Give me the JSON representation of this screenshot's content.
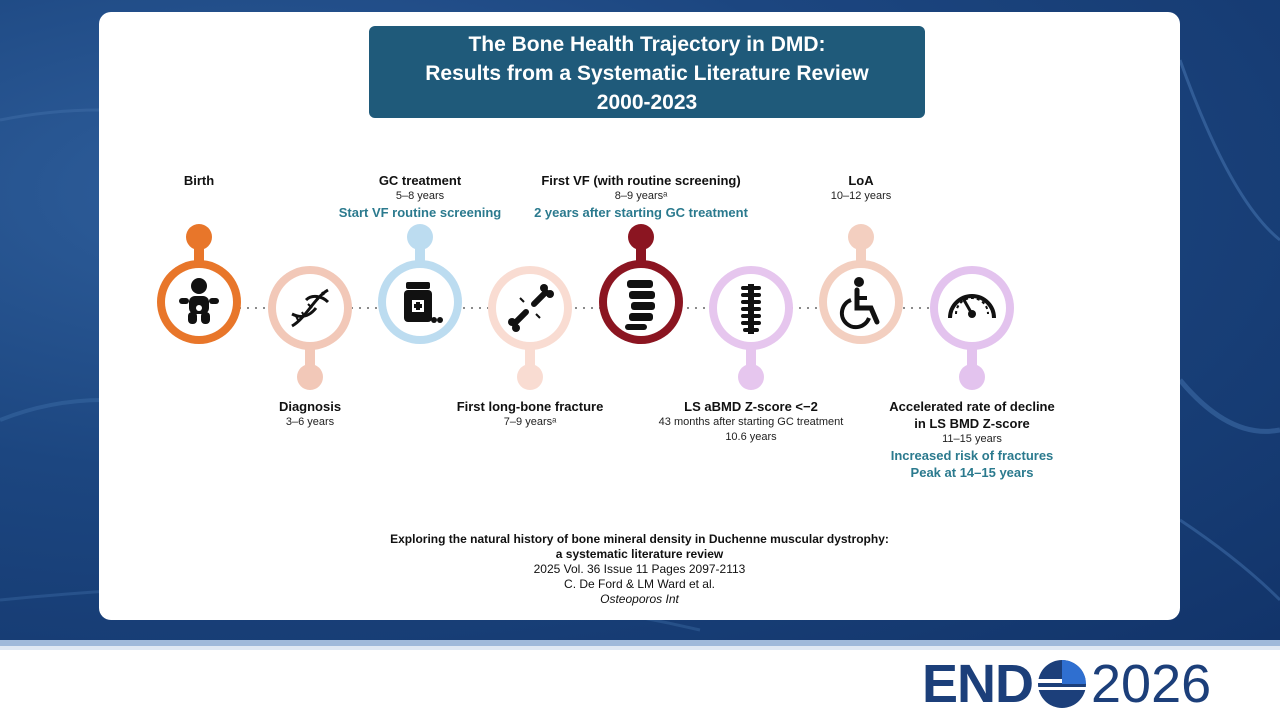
{
  "title": {
    "line1": "The Bone Health Trajectory in DMD:",
    "line2": "Results from a Systematic Literature Review",
    "line3": "2000-2023"
  },
  "milestones": [
    {
      "key": "birth",
      "title": "Birth",
      "position": "top",
      "color": "#e8762a"
    },
    {
      "key": "diagnosis",
      "title": "Diagnosis",
      "sub": "3–6 years",
      "position": "bottom",
      "color": "#f2c8b8"
    },
    {
      "key": "gc",
      "title": "GC treatment",
      "sub": "5–8 years",
      "note": "Start VF routine screening",
      "position": "top",
      "color": "#bcdcf0"
    },
    {
      "key": "fracture",
      "title": "First long-bone fracture",
      "sub": "7–9 yearsᵃ",
      "position": "bottom",
      "color": "#f9dcd2"
    },
    {
      "key": "vf",
      "title": "First VF (with routine screening)",
      "sub": "8–9 yearsᵃ",
      "note": "2 years after starting GC treatment",
      "position": "top",
      "color": "#8b1521"
    },
    {
      "key": "zscore",
      "title": "LS aBMD Z-score <−2",
      "sub": "43 months after starting GC treatment",
      "sub2": "10.6 years",
      "position": "bottom",
      "color": "#e6c6ee"
    },
    {
      "key": "loa",
      "title": "LoA",
      "sub": "10–12 years",
      "position": "top",
      "color": "#f3cfc0"
    },
    {
      "key": "decline",
      "title": "Accelerated rate of decline",
      "title2": "in LS BMD Z-score",
      "sub": "11–15 years",
      "note": "Increased risk of fractures",
      "note2": "Peak at 14–15 years",
      "position": "bottom",
      "color": "#e3c3ee"
    }
  ],
  "icons": [
    "baby-icon",
    "dna-icon",
    "pill-bottle-icon",
    "broken-bone-icon",
    "spine-icon",
    "spine-icon",
    "wheelchair-icon",
    "gauge-icon"
  ],
  "reference": {
    "title1": "Exploring the natural history of bone mineral density in Duchenne muscular dystrophy:",
    "title2": "a systematic literature review",
    "citation": "2025 Vol. 36 Issue 11 Pages 2097-2113",
    "authors": "C. De Ford & LM Ward et al.",
    "journal": "Osteoporos Int"
  },
  "logo": {
    "text1": "END",
    "text2": "2026"
  },
  "colors": {
    "title_bg": "#1f5a7a",
    "teal_note": "#2b7a8e",
    "logo": "#1c3f7a",
    "background": "#1c4680"
  }
}
